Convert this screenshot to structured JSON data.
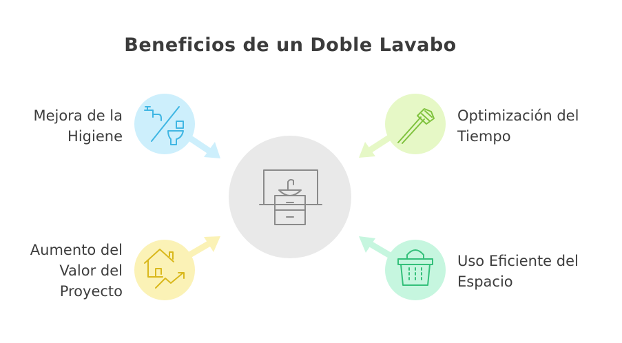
{
  "title": "Beneficios de un Doble Lavabo",
  "center": {
    "icon": "double-sink-vanity-icon"
  },
  "items": [
    {
      "id": "higiene",
      "lines": [
        "Mejora de la",
        "Higiene"
      ],
      "icon": "faucet-toilet-icon",
      "color": "#cdeffc",
      "stroke": "#3fb6e3"
    },
    {
      "id": "tiempo",
      "lines": [
        "Optimización del",
        "Tiempo"
      ],
      "icon": "toothbrush-icon",
      "color": "#e6f8c6",
      "stroke": "#7fc23d"
    },
    {
      "id": "valor",
      "lines": [
        "Aumento del",
        "Valor del",
        "Proyecto"
      ],
      "icon": "house-growth-icon",
      "color": "#fbf2b6",
      "stroke": "#d9b81c"
    },
    {
      "id": "espacio",
      "lines": [
        "Uso Eficiente del",
        "Espacio"
      ],
      "icon": "storage-basket-icon",
      "color": "#c6f6df",
      "stroke": "#34c07a"
    }
  ]
}
